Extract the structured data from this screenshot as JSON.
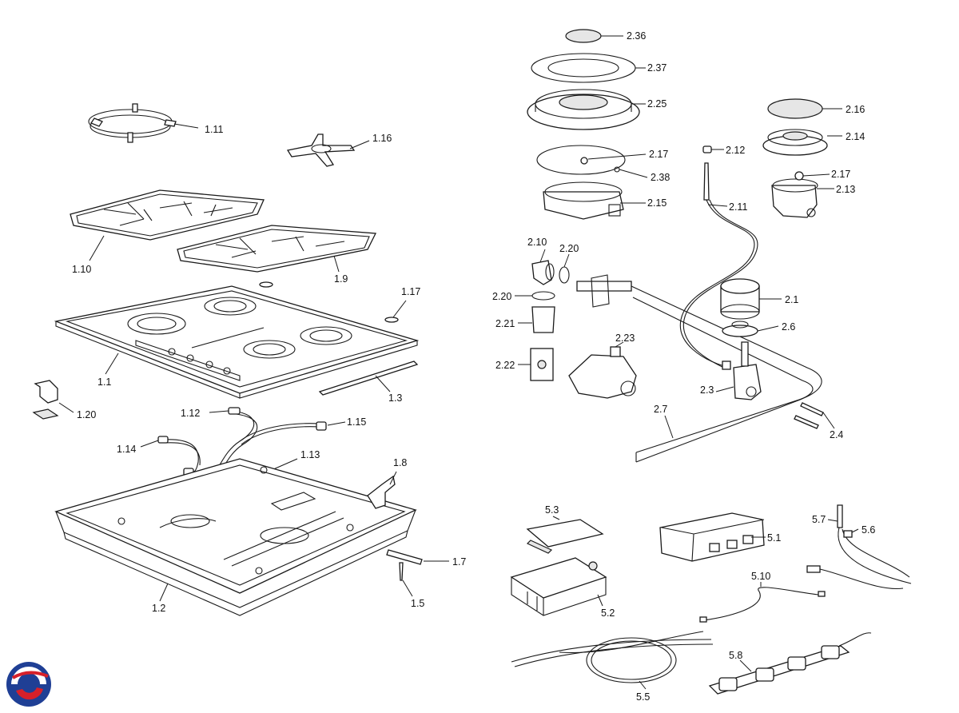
{
  "diagram": {
    "callouts": [
      {
        "id": "l-2-36",
        "text": "2.36"
      },
      {
        "id": "l-2-37",
        "text": "2.37"
      },
      {
        "id": "l-2-25",
        "text": "2.25"
      },
      {
        "id": "l-2-17a",
        "text": "2.17"
      },
      {
        "id": "l-2-38",
        "text": "2.38"
      },
      {
        "id": "l-2-15",
        "text": "2.15"
      },
      {
        "id": "l-2-16",
        "text": "2.16"
      },
      {
        "id": "l-2-14",
        "text": "2.14"
      },
      {
        "id": "l-2-12",
        "text": "2.12"
      },
      {
        "id": "l-2-17b",
        "text": "2.17"
      },
      {
        "id": "l-2-13",
        "text": "2.13"
      },
      {
        "id": "l-2-11",
        "text": "2.11"
      },
      {
        "id": "l-2-10",
        "text": "2.10"
      },
      {
        "id": "l-2-20a",
        "text": "2.20"
      },
      {
        "id": "l-2-20b",
        "text": "2.20"
      },
      {
        "id": "l-2-21",
        "text": "2.21"
      },
      {
        "id": "l-2-22",
        "text": "2.22"
      },
      {
        "id": "l-2-23",
        "text": "2.23"
      },
      {
        "id": "l-2-1",
        "text": "2.1"
      },
      {
        "id": "l-2-6",
        "text": "2.6"
      },
      {
        "id": "l-2-3",
        "text": "2.3"
      },
      {
        "id": "l-2-7",
        "text": "2.7"
      },
      {
        "id": "l-2-4",
        "text": "2.4"
      },
      {
        "id": "l-1-11",
        "text": "1.11"
      },
      {
        "id": "l-1-16",
        "text": "1.16"
      },
      {
        "id": "l-1-10",
        "text": "1.10"
      },
      {
        "id": "l-1-9",
        "text": "1.9"
      },
      {
        "id": "l-1-17",
        "text": "1.17"
      },
      {
        "id": "l-1-1",
        "text": "1.1"
      },
      {
        "id": "l-1-3",
        "text": "1.3"
      },
      {
        "id": "l-1-20",
        "text": "1.20"
      },
      {
        "id": "l-1-12",
        "text": "1.12"
      },
      {
        "id": "l-1-15",
        "text": "1.15"
      },
      {
        "id": "l-1-14",
        "text": "1.14"
      },
      {
        "id": "l-1-13",
        "text": "1.13"
      },
      {
        "id": "l-1-8",
        "text": "1.8"
      },
      {
        "id": "l-1-7",
        "text": "1.7"
      },
      {
        "id": "l-1-5",
        "text": "1.5"
      },
      {
        "id": "l-1-2",
        "text": "1.2"
      },
      {
        "id": "l-5-3",
        "text": "5.3"
      },
      {
        "id": "l-5-2",
        "text": "5.2"
      },
      {
        "id": "l-5-1",
        "text": "5.1"
      },
      {
        "id": "l-5-7",
        "text": "5.7"
      },
      {
        "id": "l-5-6",
        "text": "5.6"
      },
      {
        "id": "l-5-10",
        "text": "5.10"
      },
      {
        "id": "l-5-8",
        "text": "5.8"
      },
      {
        "id": "l-5-5",
        "text": "5.5"
      }
    ],
    "colors": {
      "line": "#1a1a1a",
      "logo_blue": "#1f3f95",
      "logo_red": "#d7202a"
    }
  }
}
